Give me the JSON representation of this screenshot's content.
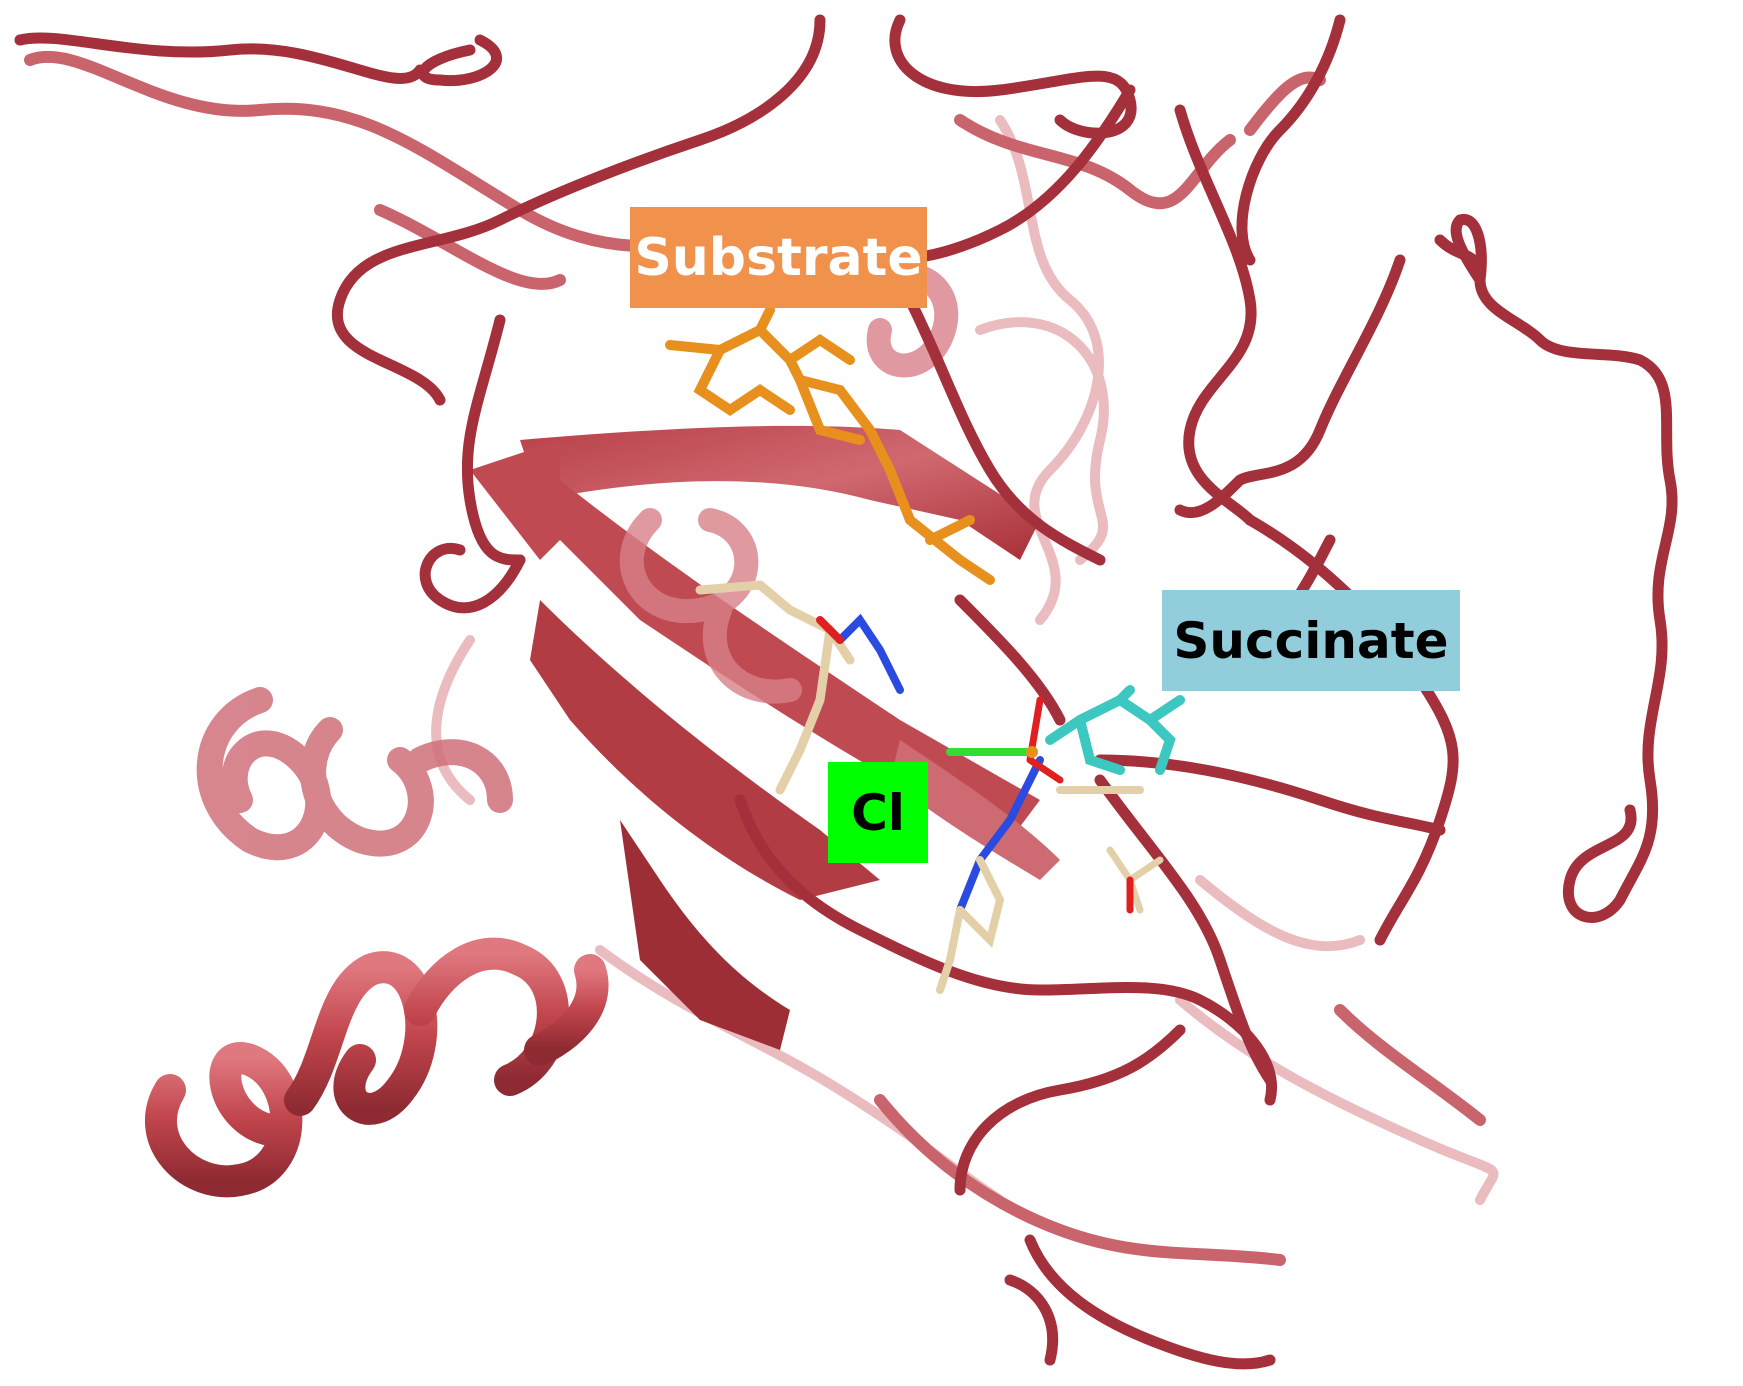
{
  "labels": {
    "substrate": {
      "text": "Substrate",
      "bg": "#F0914C",
      "fg": "#ffffff"
    },
    "succinate": {
      "text": "Succinate",
      "bg": "#92CDDC",
      "fg": "#000000"
    },
    "chloride": {
      "text": "Cl",
      "bg": "#00FF00",
      "fg": "#000000"
    }
  },
  "colors": {
    "ribbon_dark": "#A8323A",
    "ribbon_light": "#D9828A",
    "substrate_stick": "#E8901E",
    "succinate_stick": "#3CC8C0",
    "residue_stick": "#E3CFA8",
    "nitrogen": "#2B4BE0",
    "oxygen": "#E02020",
    "chloride": "#33DD33"
  }
}
